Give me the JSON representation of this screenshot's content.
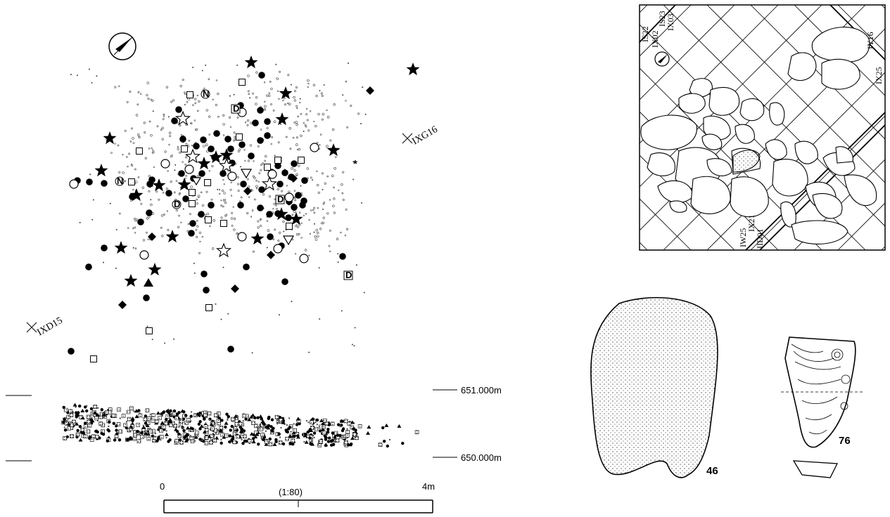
{
  "plan": {
    "grid_points": [
      {
        "label": "IXG16"
      },
      {
        "label": "IXD15"
      }
    ]
  },
  "section": {
    "elevation_upper": "651.000m",
    "elevation_lower": "650.000m"
  },
  "scale_bar": {
    "start_label": "0",
    "end_label": "4m",
    "ratio_label": "(1:80)"
  },
  "inset_map": {
    "grid_labels": [
      "IS22",
      "IS23",
      "IX02",
      "IX03",
      "IY16",
      "IX25",
      "IW25",
      "IX21",
      "IID01"
    ]
  },
  "artifacts": [
    {
      "number": "46"
    },
    {
      "number": "76"
    }
  ],
  "plan_symbols": {
    "N_marker": "N",
    "D_marker": "D",
    "asterisk": "*"
  }
}
